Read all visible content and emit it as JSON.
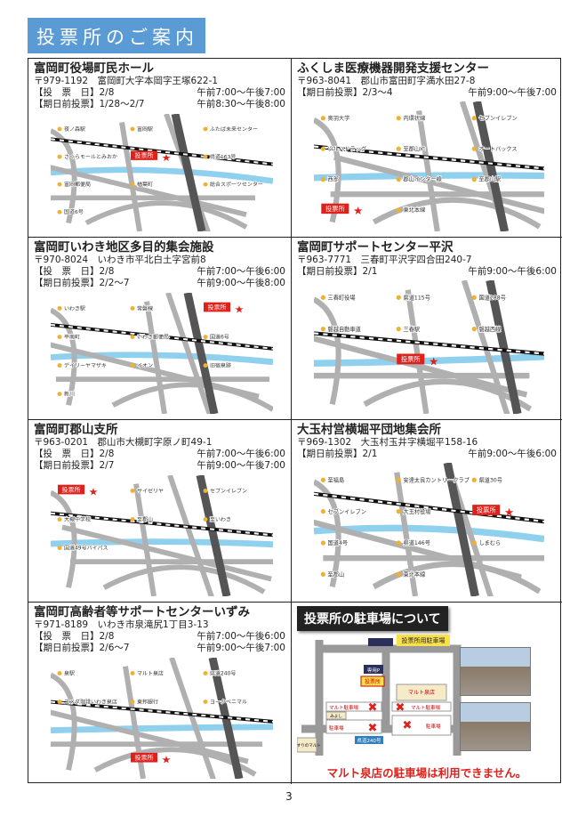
{
  "page_title": "投票所のご案内",
  "page_number": "3",
  "labels": {
    "election_day": "【投　票　日】",
    "early_voting": "【期日前投票】",
    "polling_place": "投票所"
  },
  "colors": {
    "title_bg": "#5b9bd5",
    "marker_red": "#e0201a",
    "rail": "#111111",
    "road": "#b0b0b0",
    "river": "#8fd0ef",
    "highway": "#555555"
  },
  "places": [
    {
      "name": "富岡町役場町民ホール",
      "address": "〒979-1192　富岡町大字本岡字王塚622-1",
      "election_day": {
        "date": "2/8",
        "hours": "午前7:00～午後7:00"
      },
      "early_voting": {
        "date": "1/28～2/7",
        "hours": "午前8:30～午後8:00"
      },
      "map_labels": [
        "投票所",
        "夜ノ森駅",
        "富岡駅",
        "ふたば未来センター",
        "さくらモールとみおか",
        "県道163号",
        "富岡郵便局",
        "楢葉町",
        "総合スポーツセンター",
        "国道6号"
      ]
    },
    {
      "name": "ふくしま医療機器開発支援センター",
      "address": "〒963-8041　郡山市富田町字満水田27-8",
      "early_voting": {
        "date": "2/3～4",
        "hours": "午前9:00～午後7:00"
      },
      "map_labels": [
        "投票所",
        "奥羽大学",
        "内環状線",
        "セブンイレブン",
        "ツルハドラッグ",
        "至郡山IC",
        "オートバックス",
        "西部",
        "郡山インター線",
        "至郡山駅",
        "東北本線"
      ]
    },
    {
      "name": "富岡町いわき地区多目的集会施設",
      "address": "〒970-8024　いわき市平北白土字宮前8",
      "election_day": {
        "date": "2/8",
        "hours": "午前7:00～午後6:00"
      },
      "early_voting": {
        "date": "2/2～7",
        "hours": "午前9:00～午後8:00"
      },
      "map_labels": [
        "投票所",
        "いわき駅",
        "常磐線",
        "平南町",
        "いわき郵便局",
        "国道6号",
        "デイリーヤマザキ",
        "イオン",
        "旧宿泉跡",
        "新川"
      ]
    },
    {
      "name": "富岡町サポートセンター平沢",
      "address": "〒963-7771　三春町平沢字四合田240-7",
      "early_voting": {
        "date": "2/1",
        "hours": "午前9:00～午後6:00"
      },
      "map_labels": [
        "投票所",
        "三春町役場",
        "県道115号",
        "国道288号",
        "磐越自動車道",
        "三春駅",
        "磐越西線"
      ]
    },
    {
      "name": "富岡町郡山支所",
      "address": "〒963-0201　郡山市大槻町字原ノ町49-1",
      "election_day": {
        "date": "2/8",
        "hours": "午前7:00～午後6:00"
      },
      "early_voting": {
        "date": "2/7",
        "hours": "午前9:00～午後7:00"
      },
      "map_labels": [
        "投票所",
        "サイゼリヤ",
        "セブンイレブン",
        "大槻中学校",
        "至郡山",
        "至いわき",
        "国道49号バイパス"
      ]
    },
    {
      "name": "大玉村営横堀平団地集会所",
      "address": "〒969-1302　大玉村玉井字横堀平158-16",
      "early_voting": {
        "date": "2/1",
        "hours": "午前9:00～午後6:00"
      },
      "map_labels": [
        "投票所",
        "至福島",
        "安達太良カントリークラブ",
        "県道30号",
        "セブンイレブン",
        "大玉村役場",
        "国道4号",
        "県道146号",
        "しまむら",
        "至郡山",
        "東北本線"
      ]
    },
    {
      "name": "富岡町高齢者等サポートセンターいずみ",
      "address": "〒971-8189　いわき市泉滝尻1丁目3-13",
      "election_day": {
        "date": "2/8",
        "hours": "午前7:00～午後6:00"
      },
      "early_voting": {
        "date": "2/6～7",
        "hours": "午前9:00～午後7:00"
      },
      "map_labels": [
        "投票所",
        "泉駅",
        "マルト泉店",
        "県道240号",
        "コメダ珈琲いわき泉店",
        "東邦銀行",
        "ヨークベニマル"
      ]
    }
  ],
  "parking": {
    "title": "投票所の駐車場について",
    "callout": "投票所用駐車場",
    "labels": [
      "専用P",
      "投票所",
      "マルト泉店",
      "マルト駐車場",
      "マルト駐車場",
      "駐車場",
      "駐車場",
      "県道240号",
      "くすりのマルト",
      "みよし"
    ],
    "notice": "マルト泉店の駐車場は利用できません。"
  }
}
